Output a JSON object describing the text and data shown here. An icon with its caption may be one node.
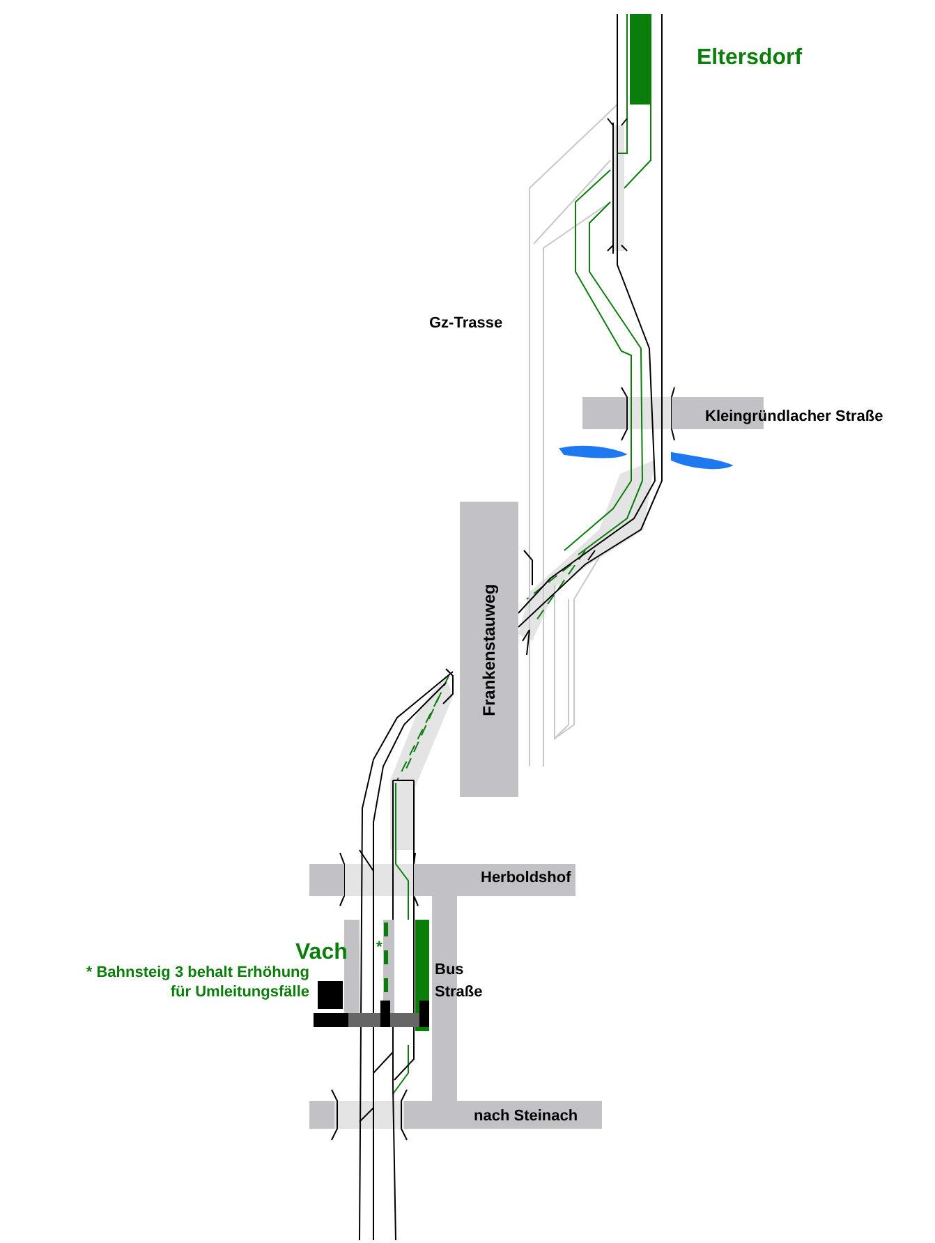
{
  "diagram": {
    "nodes": [
      {
        "text": [
          "Kleingründlacher Straße"
        ]
      },
      {
        "text": [
          "Frankenstauweg"
        ]
      },
      {
        "text": [
          "Herboldshof"
        ]
      },
      {
        "text": [
          "Bus Straße"
        ]
      },
      {
        "text": [
          "nach Steinach"
        ]
      }
    ],
    "labels": [
      "Eltersdorf",
      "Gz-Trasse",
      "Vach",
      "* Bahnsteig 3 behalt Erhöhung für Umleitungsfälle",
      "*"
    ]
  }
}
